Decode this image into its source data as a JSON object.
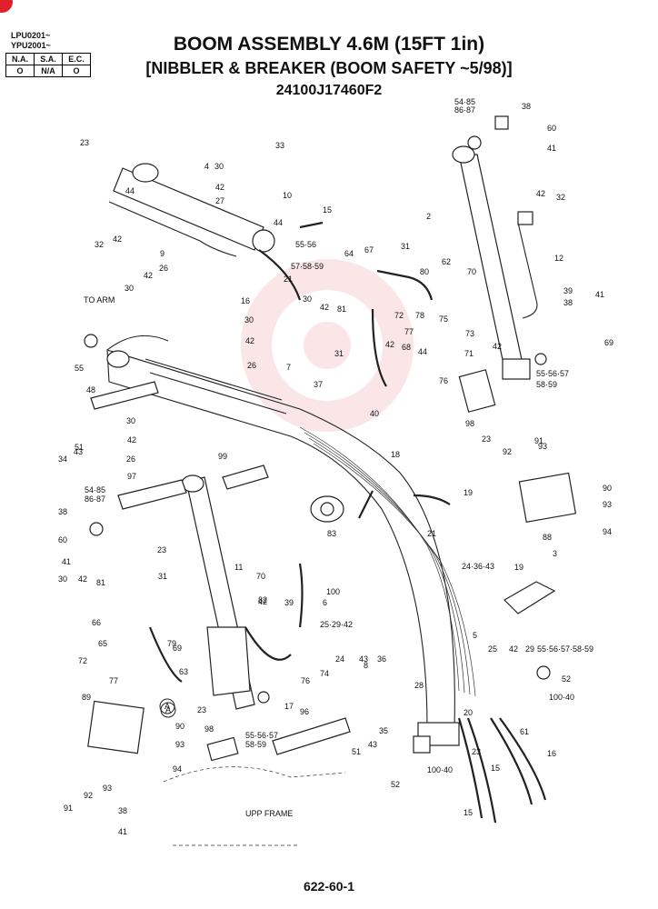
{
  "header": {
    "serial_1": "LPU0201~",
    "serial_2": "YPU2001~",
    "availability": {
      "headers": [
        "N.A.",
        "S.A.",
        "E.C."
      ],
      "values": [
        "O",
        "N/A",
        "O"
      ]
    },
    "title_line1": "BOOM ASSEMBLY 4.6M (15FT 1in)",
    "title_line2": "[NIBBLER & BREAKER (BOOM SAFETY ~5/98)]",
    "title_line3": "24100J17460F2"
  },
  "footer": {
    "page_number": "622-60-1"
  },
  "diagram": {
    "callouts": [
      "23",
      "4",
      "33",
      "30",
      "42",
      "10",
      "27",
      "44",
      "15",
      "44",
      "9",
      "32",
      "42",
      "55·56",
      "57·58·59",
      "21",
      "16",
      "26",
      "42",
      "30",
      "TO ARM",
      "30",
      "42",
      "55",
      "26",
      "7",
      "37",
      "48",
      "30",
      "42",
      "34",
      "43",
      "51",
      "26",
      "99",
      "97",
      "40",
      "18",
      "19",
      "21",
      "83",
      "54·85",
      "86·87",
      "38",
      "60",
      "41",
      "A",
      "100",
      "6",
      "25·29·42",
      "24·36·43",
      "19",
      "23",
      "3",
      "11",
      "70",
      "82",
      "30",
      "42",
      "81",
      "31",
      "66",
      "65",
      "79",
      "69",
      "72",
      "77",
      "42",
      "39",
      "63",
      "76",
      "74",
      "89",
      "A",
      "23",
      "17",
      "55·56·57",
      "58·59",
      "96",
      "90",
      "93",
      "94",
      "91",
      "92",
      "93",
      "38",
      "41",
      "98",
      "UPP FRAME",
      "51",
      "43",
      "35",
      "24",
      "43",
      "36",
      "28",
      "20",
      "100·40",
      "52",
      "8",
      "5",
      "25",
      "42",
      "29",
      "55·56·57·58·59",
      "52",
      "100·40",
      "61",
      "23",
      "15",
      "16",
      "15",
      "54·85",
      "86·87",
      "38",
      "60",
      "41",
      "42",
      "32",
      "2",
      "12",
      "31",
      "67",
      "64",
      "80",
      "62",
      "70",
      "30",
      "42",
      "81",
      "72",
      "77",
      "78",
      "75",
      "73",
      "42",
      "39",
      "38",
      "41",
      "69",
      "31",
      "42",
      "68",
      "44",
      "76",
      "71",
      "55·56·57",
      "58·59",
      "98",
      "23",
      "91",
      "93",
      "92",
      "90",
      "93",
      "94",
      "88"
    ]
  },
  "colors": {
    "watermark": "#f3b8b8",
    "line": "#222222",
    "corner_mark": "#e0202a"
  }
}
